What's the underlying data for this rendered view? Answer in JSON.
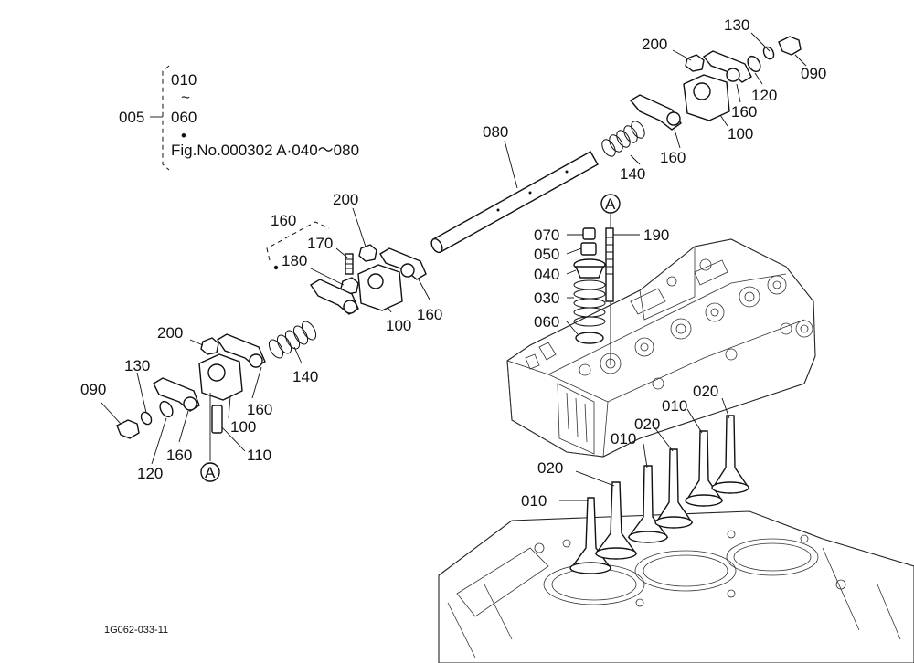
{
  "bracket": {
    "group_label": "005",
    "line1": "010",
    "line2": "~",
    "line3": "060",
    "line4": "•",
    "line5": "Fig.No.000302  A·040〜080"
  },
  "callouts": {
    "c080": "080",
    "c200_tr": "200",
    "c130_tr": "130",
    "c090_tr": "090",
    "c120_tr": "120",
    "c160_tr1": "160",
    "c100_tr": "100",
    "c160_tr2": "160",
    "c140_tr": "140",
    "cA_top": "A",
    "c190": "190",
    "c070": "070",
    "c050": "050",
    "c040": "040",
    "c030": "030",
    "c060": "060",
    "c160_grp": "160",
    "c200_mid": "200",
    "c170": "170",
    "c180": "180",
    "c100_mid": "100",
    "c160_mid": "160",
    "c140_mid": "140",
    "c200_left": "200",
    "c130_left": "130",
    "c090_left": "090",
    "c160_left1": "160",
    "c100_left": "100",
    "c160_left2": "160",
    "c120_left": "120",
    "c110": "110",
    "cA_bottom": "A",
    "c020_a": "020",
    "c010_a": "010",
    "c020_b": "020",
    "c010_b": "010",
    "c020_c": "020",
    "c010_c": "010"
  },
  "footer": {
    "ref_code": "1G062-033-11"
  }
}
